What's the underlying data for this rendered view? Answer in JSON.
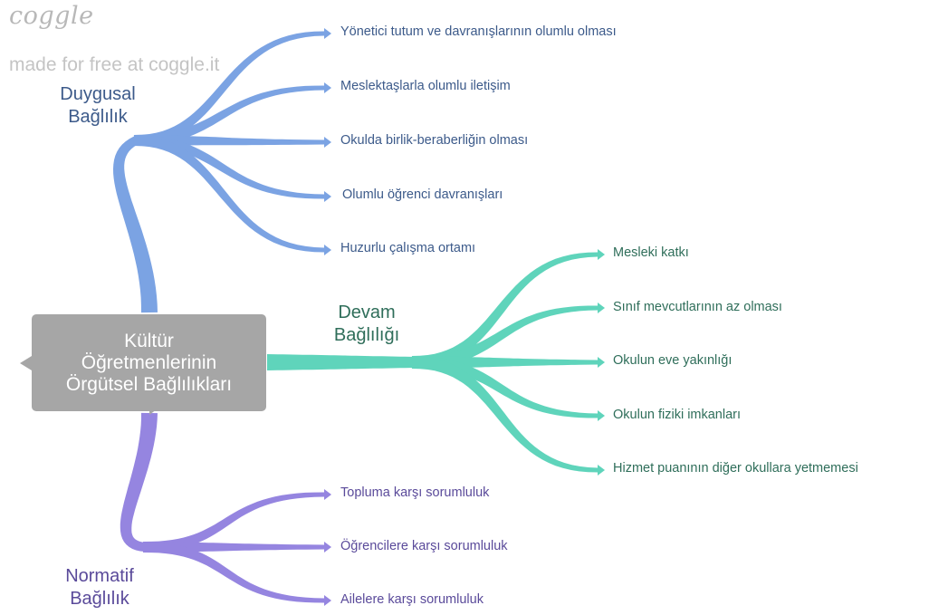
{
  "watermark": {
    "logo": "coggle",
    "text": "made for free at coggle.it"
  },
  "root": {
    "label_lines": [
      "Kültür",
      "Öğretmenlerinin",
      "Örgütsel Bağlılıkları"
    ]
  },
  "colors": {
    "duygusal": "#7ba3e3",
    "devam": "#5fd4bb",
    "normatif": "#9585e0",
    "root": "#a6a6a6"
  },
  "branches": {
    "duygusal": {
      "label_lines": [
        "Duygusal",
        "Bağlılık"
      ],
      "leaves": [
        "Yönetici tutum ve davranışlarının olumlu olması",
        "Meslektaşlarla olumlu iletişim",
        "Okulda birlik-beraberliğin olması",
        "Olumlu öğrenci davranışları",
        "Huzurlu çalışma ortamı"
      ]
    },
    "devam": {
      "label_lines": [
        "Devam",
        "Bağlılığı"
      ],
      "leaves": [
        "Mesleki katkı",
        "Sınıf mevcutlarının az olması",
        "Okulun eve yakınlığı",
        "Okulun fiziki imkanları",
        "Hizmet puanının diğer okullara yetmemesi"
      ]
    },
    "normatif": {
      "label_lines": [
        "Normatif",
        "Bağlılık"
      ],
      "leaves": [
        "Topluma karşı sorumluluk",
        "Öğrencilere karşı sorumluluk",
        "Ailelere karşı sorumluluk"
      ]
    }
  }
}
